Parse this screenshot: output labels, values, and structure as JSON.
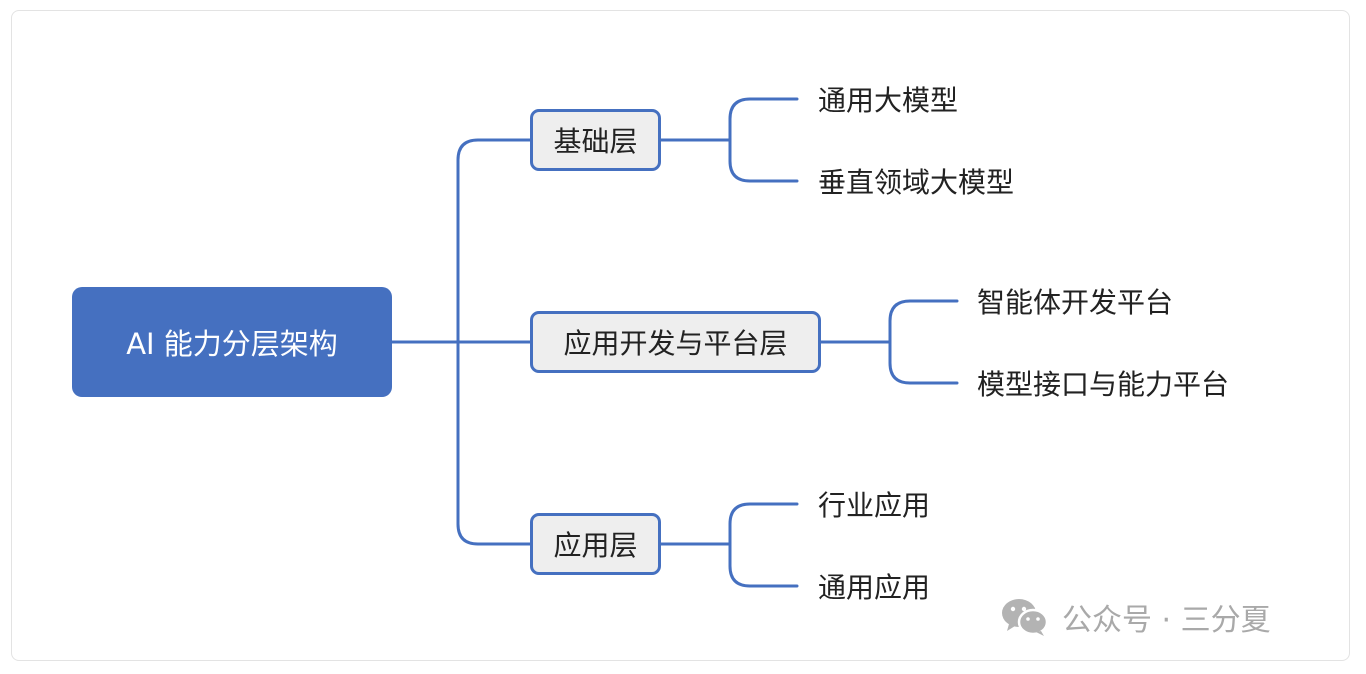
{
  "diagram": {
    "root": {
      "label": "AI 能力分层架构"
    },
    "layers": [
      {
        "label": "基础层",
        "children": [
          "通用大模型",
          "垂直领域大模型"
        ]
      },
      {
        "label": "应用开发与平台层",
        "children": [
          "智能体开发平台",
          "模型接口与能力平台"
        ]
      },
      {
        "label": "应用层",
        "children": [
          "行业应用",
          "通用应用"
        ]
      }
    ]
  },
  "watermark": {
    "icon": "wechat-icon",
    "text": "公众号 · 三分夏"
  },
  "colors": {
    "accent": "#4570c0",
    "node_fill": "#eeeeee",
    "text": "#222222",
    "watermark": "#a9a9a9"
  }
}
